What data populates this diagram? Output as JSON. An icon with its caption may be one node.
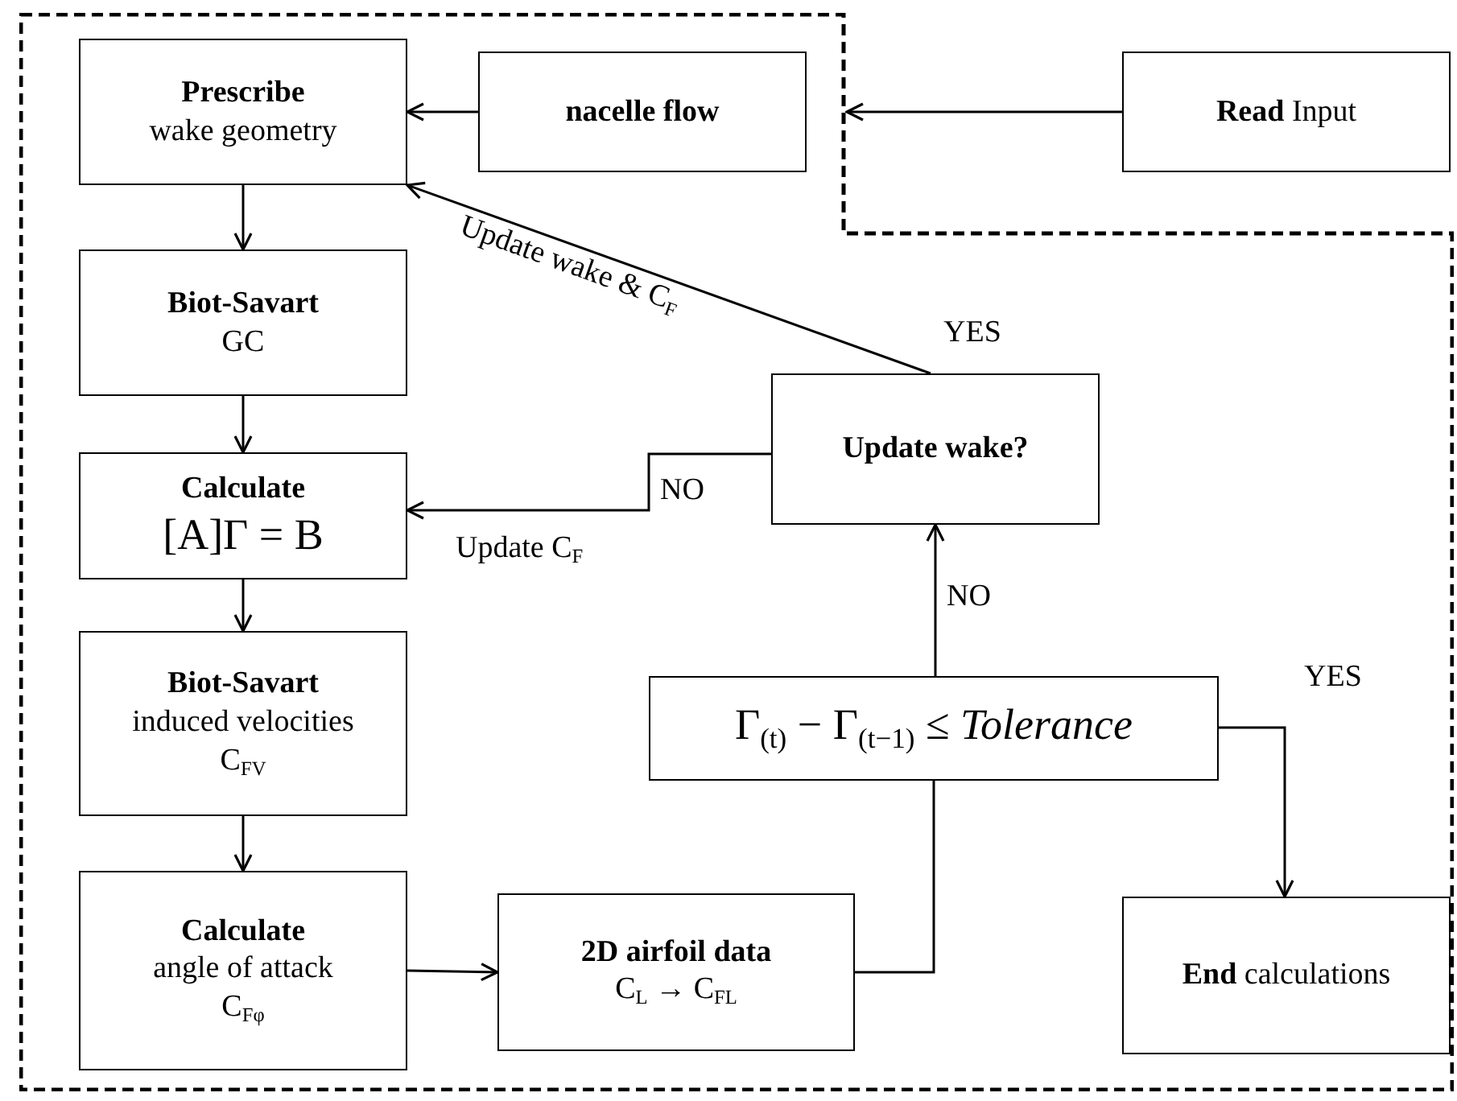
{
  "diagram": {
    "nodes": [
      {
        "text": [],
        "shape": "box"
      },
      {
        "text": [
          "Prescribe",
          "wake geometry"
        ],
        "in": 0
      },
      {
        "text": [
          "nacelle flow"
        ],
        "in": 0
      },
      {
        "text": [
          "Biot-Savart",
          "GC"
        ],
        "in": 0
      },
      {
        "text": [
          "Calculate",
          "[A]Γ = B"
        ],
        "in": 0
      },
      {
        "text": [
          "Biot-Savart",
          "induced velocities",
          "C$_{FV}$"
        ],
        "in": 0
      },
      {
        "text": [
          "Calculate",
          "angle of attack",
          "C$_{Fφ}$"
        ],
        "in": 0
      },
      {
        "text": [
          "2D airfoil data",
          "C$_{L}$ → C$_{FL}$"
        ],
        "in": 0
      },
      {
        "text": [
          "Update wake?"
        ],
        "in": 0
      },
      {
        "text": [
          "Γ$_{(t)}$ − Γ$_{(t−1)}$ ≤ *Tolerance*"
        ],
        "in": 0
      },
      {
        "text": [
          "**End** calculations"
        ],
        "in": 0
      },
      {
        "text": [
          "**Read** Input"
        ]
      }
    ],
    "edges": [
      {
        "from": 11,
        "to": 0,
        "arrow": "to"
      },
      {
        "from": 2,
        "to": 1,
        "arrow": "to"
      },
      {
        "from": 1,
        "to": 3,
        "arrow": "to"
      },
      {
        "from": 3,
        "to": 4,
        "arrow": "to"
      },
      {
        "from": 4,
        "to": 5,
        "arrow": "to"
      },
      {
        "from": 5,
        "to": 6,
        "arrow": "to"
      },
      {
        "from": 6,
        "to": 7,
        "arrow": "to"
      },
      {
        "from": 7,
        "to": 9,
        "arrow": "none"
      },
      {
        "from": 9,
        "to": 8,
        "label": "NO",
        "arrow": "to"
      },
      {
        "from": 8,
        "to": 4,
        "label": "Update C$_{F}$",
        "arrow": "to"
      },
      {
        "from": 8,
        "to": 1,
        "label": "Update wake & C$_{F}$",
        "arrow": "to"
      },
      {
        "from": 9,
        "to": 10,
        "label": "YES",
        "arrow": "to"
      }
    ],
    "labels": [
      "YES",
      "NO"
    ]
  }
}
